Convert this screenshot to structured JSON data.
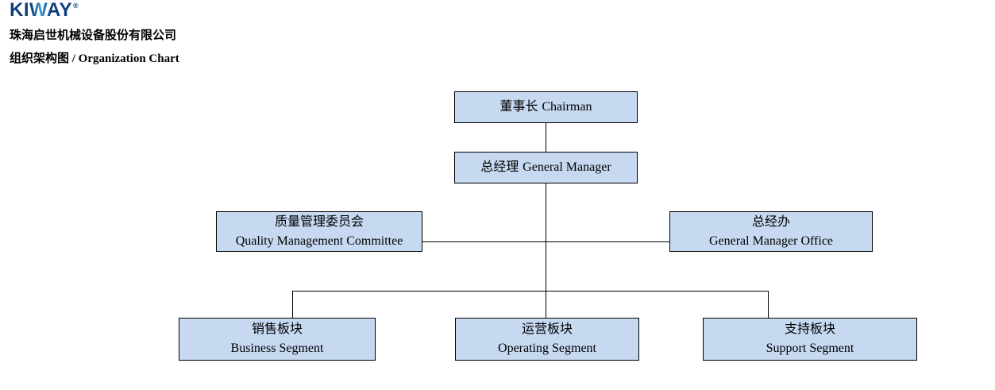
{
  "header": {
    "logo_text": "KIWAY",
    "registered_mark": "®",
    "company_name": "珠海启世机械设备股份有限公司",
    "page_title": "组织架构图 / Organization Chart"
  },
  "colors": {
    "logo_blue_dark": "#0E3E7C",
    "logo_blue_light": "#3E9FD9",
    "box_fill": "#C6D9F1",
    "box_border": "#000000",
    "connector_line": "#000000",
    "text": "#000000",
    "background": "#FFFFFF"
  },
  "org_chart": {
    "nodes": {
      "chairman": {
        "label_zh": "董事长",
        "label_en": "Chairman"
      },
      "general_manager": {
        "label_zh": "总经理",
        "label_en": "General Manager"
      },
      "quality_committee": {
        "label_zh": "质量管理委员会",
        "label_en": "Quality Management Committee"
      },
      "gm_office": {
        "label_zh": "总经办",
        "label_en": "General Manager Office"
      },
      "business_segment": {
        "label_zh": "销售板块",
        "label_en": "Business Segment"
      },
      "operating_segment": {
        "label_zh": "运营板块",
        "label_en": "Operating Segment"
      },
      "support_segment": {
        "label_zh": "支持板块",
        "label_en": "Support Segment"
      }
    },
    "edges": [
      {
        "from": "chairman",
        "to": "general_manager"
      },
      {
        "from": "general_manager",
        "to": "quality_committee"
      },
      {
        "from": "general_manager",
        "to": "gm_office"
      },
      {
        "from": "general_manager",
        "to": "business_segment"
      },
      {
        "from": "general_manager",
        "to": "operating_segment"
      },
      {
        "from": "general_manager",
        "to": "support_segment"
      }
    ]
  }
}
